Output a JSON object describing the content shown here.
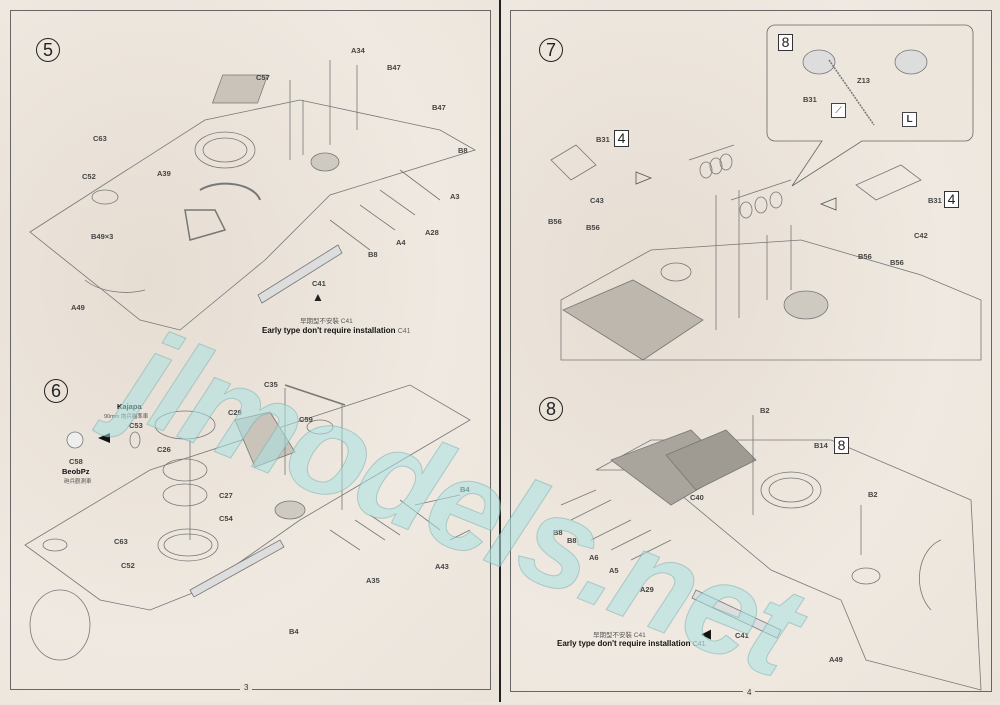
{
  "watermark": "jlmodels.net",
  "pages": [
    {
      "number": "3",
      "steps": [
        {
          "number": "5",
          "labels": [
            "A34",
            "B47",
            "C57",
            "B47",
            "C63",
            "B8",
            "C52",
            "A39",
            "A3",
            "B49×3",
            "A28",
            "A4",
            "B8",
            "A49",
            "C41"
          ],
          "note_cn": "早期型不安裝 C41",
          "note_en": "Early type don't require installation",
          "note_part": "C41"
        },
        {
          "number": "6",
          "variant_a": {
            "name": "Kajapa",
            "desc": "90mm 炮兵瞄準車"
          },
          "variant_b": {
            "name": "BeobPz",
            "desc": "砲兵觀測車"
          },
          "labels": [
            "C53",
            "C29",
            "C35",
            "C59",
            "C26",
            "C58",
            "C27",
            "C54",
            "C63",
            "C52",
            "B4",
            "A43",
            "A35",
            "B4"
          ]
        }
      ]
    },
    {
      "number": "4",
      "steps": [
        {
          "number": "7",
          "inset": {
            "qty": "8",
            "labels": [
              "Z13",
              "B31"
            ]
          },
          "labels": [
            "B31",
            "C43",
            "B56",
            "B56",
            "B31",
            "C42",
            "B56",
            "B56"
          ],
          "qty_left": "4",
          "qty_right": "4"
        },
        {
          "number": "8",
          "labels": [
            "B2",
            "B14",
            "B2",
            "C40",
            "B8",
            "B8",
            "A6",
            "A5",
            "A29",
            "C41",
            "A49"
          ],
          "qty": "8",
          "note_cn": "早期型不安裝 C41",
          "note_en": "Early type don't require installation",
          "note_part": "C41"
        }
      ]
    }
  ]
}
